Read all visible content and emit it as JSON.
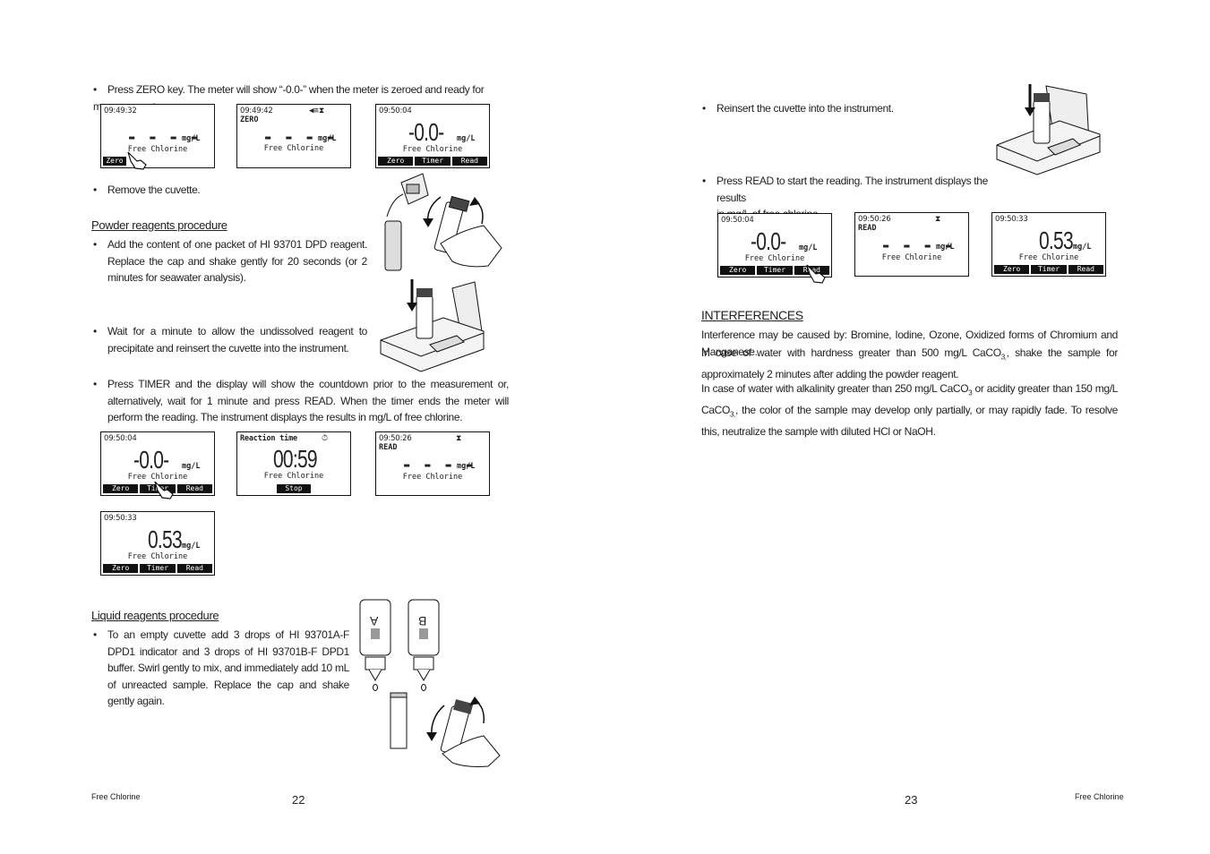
{
  "left_page": {
    "p1": "Press ZERO key. The meter will show “-0.0-” when the meter is zeroed and ready for measurement.",
    "screens_row1": [
      {
        "time": "09:49:32",
        "label": "",
        "value": "- - - -",
        "unit": "mg/L",
        "param": "Free Chlorine",
        "keys": [
          "Zero"
        ]
      },
      {
        "time": "09:49:42",
        "label": "ZERO",
        "value": "- - - -",
        "unit": "mg/L",
        "param": "Free Chlorine",
        "keys": []
      },
      {
        "time": "09:50:04",
        "label": "",
        "value": "-0.0-",
        "unit": "mg/L",
        "param": "Free Chlorine",
        "keys": [
          "Zero",
          "Timer",
          "Read"
        ]
      }
    ],
    "p2": "Remove the cuvette.",
    "powder_heading": "Powder reagents procedure",
    "p3": "Add the content of one packet of HI 93701 DPD reagent. Replace the cap and shake gently for 20 seconds (or 2 minutes for seawater analysis).",
    "p4": "Wait for a minute to allow the undissolved reagent to precipitate and reinsert the cuvette into the instrument.",
    "p5": "Press TIMER and the display will show the countdown prior to the measurement or, alternatively, wait for 1 minute and press READ. When the timer ends the meter will perform the reading. The instrument displays the results in mg/L of free chlorine.",
    "screens_row2": [
      {
        "time": "09:50:04",
        "label": "",
        "value": "-0.0-",
        "unit": "mg/L",
        "param": "Free Chlorine",
        "keys": [
          "Zero",
          "Timer",
          "Read"
        ]
      },
      {
        "time": "Reaction time",
        "label": "",
        "value": "00:59",
        "unit": "",
        "param": "Free Chlorine",
        "keys": [
          "Stop"
        ]
      },
      {
        "time": "09:50:26",
        "label": "READ",
        "value": "- - - -",
        "unit": "mg/L",
        "param": "Free Chlorine",
        "keys": []
      }
    ],
    "screen_row3": {
      "time": "09:50:33",
      "label": "",
      "value": "0.53",
      "unit": "mg/L",
      "param": "Free Chlorine",
      "keys": [
        "Zero",
        "Timer",
        "Read"
      ]
    },
    "liquid_heading": "Liquid reagents procedure",
    "p6": "To an empty cuvette add 3 drops of HI 93701A-F DPD1 indicator and 3 drops of HI 93701B-F DPD1 buffer. Swirl gently to mix, and immediately add 10 mL of unreacted sample. Replace the cap and shake gently again.",
    "bottle_a": "A",
    "bottle_b": "B",
    "footer": "Free Chlorine",
    "page_number": "22"
  },
  "right_page": {
    "p1": "Reinsert the cuvette into the instrument.",
    "p2_line1": "Press READ to start the reading. The instrument displays the results",
    "p2_line2": "in mg/L of free chlorine.",
    "screens": [
      {
        "time": "09:50:04",
        "label": "",
        "value": "-0.0-",
        "unit": "mg/L",
        "param": "Free Chlorine",
        "keys": [
          "Zero",
          "Timer",
          "Read"
        ]
      },
      {
        "time": "09:50:26",
        "label": "READ",
        "value": "- - - -",
        "unit": "mg/L",
        "param": "Free Chlorine",
        "keys": []
      },
      {
        "time": "09:50:33",
        "label": "",
        "value": "0.53",
        "unit": "mg/L",
        "param": "Free Chlorine",
        "keys": [
          "Zero",
          "Timer",
          "Read"
        ]
      }
    ],
    "interferences_heading": "INTERFERENCES",
    "i1": "Interference may be caused by: Bromine, Iodine, Ozone, Oxidized forms of Chromium and Manganese.",
    "i2a": "In case of water with hardness greater than 500 mg/L CaCO",
    "i2b": ", shake the sample for approximately 2 minutes after adding the powder reagent.",
    "i3a": "In case of water with alkalinity greater than 250 mg/L CaCO",
    "i3b": " or acidity greater than 150 mg/L CaCO",
    "i3c": ", the color of the sample may develop only partially, or may rapidly fade. To resolve this, neutralize the sample with diluted HCl or NaOH.",
    "sub3": "3",
    "sub3comma": "3,",
    "footer": "Free Chlorine",
    "page_number": "23"
  }
}
